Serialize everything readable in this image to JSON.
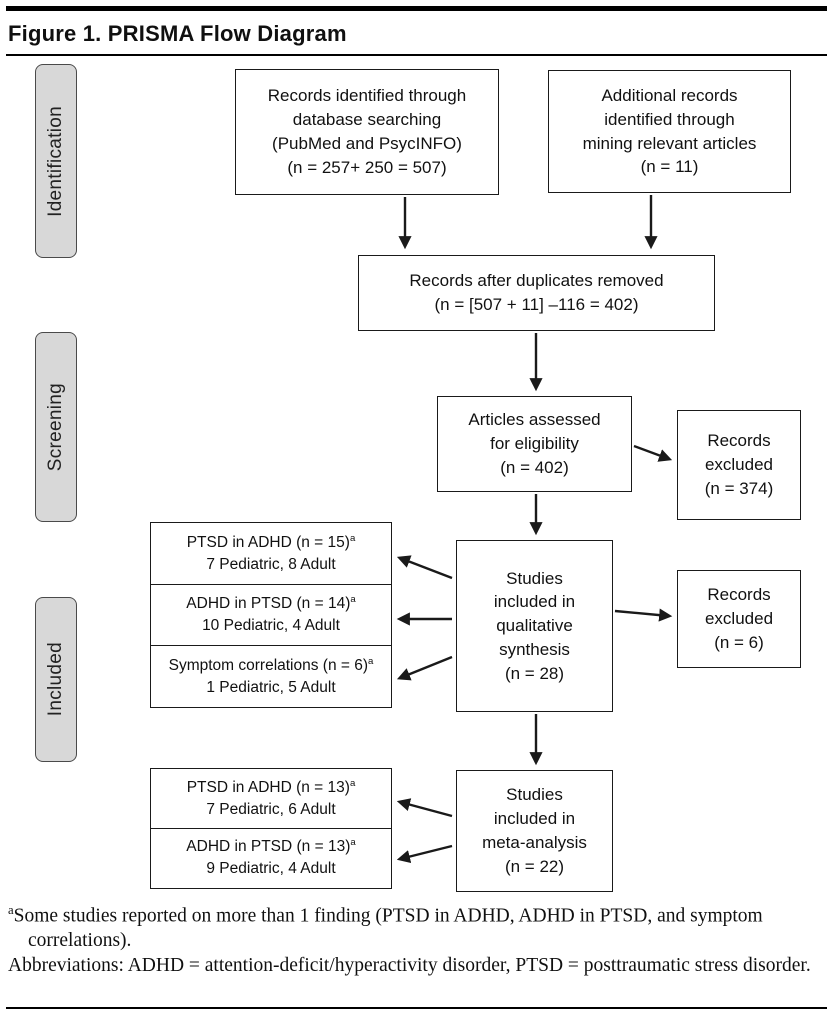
{
  "figure": {
    "title": "Figure 1. PRISMA Flow Diagram"
  },
  "stages": [
    {
      "label": "Identification"
    },
    {
      "label": "Screening"
    },
    {
      "label": "Included"
    }
  ],
  "boxes": {
    "records_identified": "Records identified through\ndatabase searching\n(PubMed and PsycINFO)\n(n = 257+ 250 = 507)",
    "additional_records": "Additional records\nidentified through\nmining relevant articles\n(n = 11)",
    "duplicates_removed": "Records after duplicates removed\n(n = [507 + 11] –116 = 402)",
    "articles_assessed": "Articles assessed\nfor eligibility\n(n = 402)",
    "records_excluded_screening": "Records\nexcluded\n(n = 374)",
    "qualitative_synthesis": "Studies\nincluded in\nqualitative\nsynthesis\n(n = 28)",
    "records_excluded_qualitative": "Records\nexcluded\n(n = 6)",
    "meta_analysis": "Studies\nincluded in\nmeta-analysis\n(n = 22)"
  },
  "qualitative_breakdown": [
    {
      "title": "PTSD in ADHD (n = 15)",
      "sup": "a",
      "sub": "7 Pediatric, 8 Adult"
    },
    {
      "title": "ADHD in PTSD (n = 14)",
      "sup": "a",
      "sub": "10 Pediatric, 4 Adult"
    },
    {
      "title": "Symptom correlations (n = 6)",
      "sup": "a",
      "sub": "1 Pediatric, 5 Adult"
    }
  ],
  "meta_breakdown": [
    {
      "title": "PTSD in ADHD (n = 13)",
      "sup": "a",
      "sub": "7 Pediatric, 6 Adult"
    },
    {
      "title": "ADHD in PTSD (n = 13)",
      "sup": "a",
      "sub": "9 Pediatric, 4 Adult"
    }
  ],
  "footnotes": [
    {
      "sup": "a",
      "text": "Some studies reported on more than 1 finding (PTSD in ADHD, ADHD in PTSD, and symptom correlations)."
    },
    {
      "text": "Abbreviations: ADHD = attention-deficit/hyperactivity disorder, PTSD = posttraumatic stress disorder."
    }
  ],
  "colors": {
    "line": "#1a1a1a",
    "stage_fill": "#d8d8d8",
    "background": "#ffffff"
  }
}
